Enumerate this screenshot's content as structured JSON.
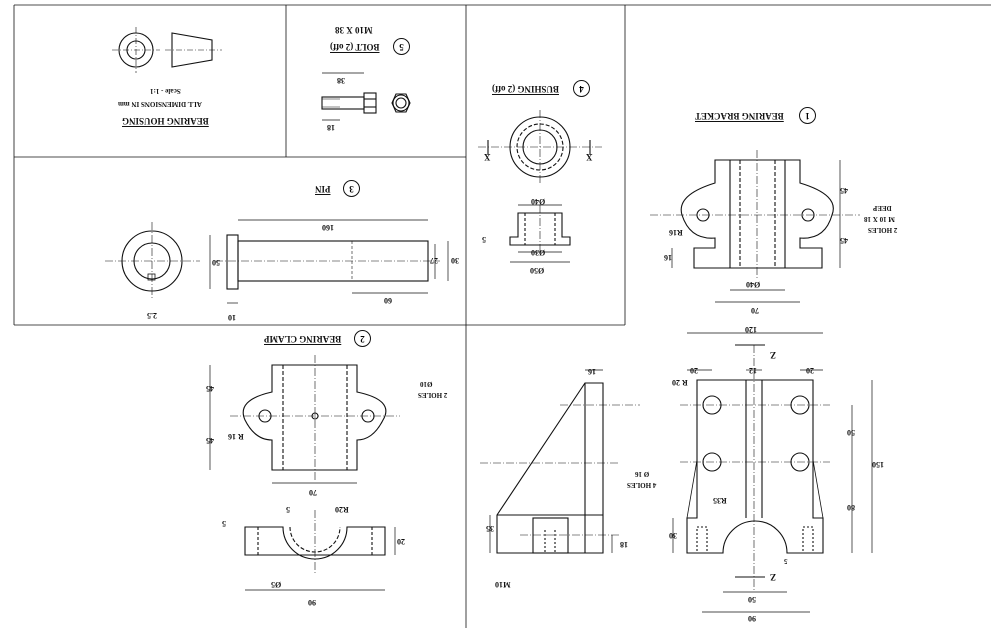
{
  "sheet": {
    "housing_title": "BEARING HOUSING",
    "dims_note": "ALL DIMENSIONS IN mm",
    "scale": "Scale - 1:1"
  },
  "parts": {
    "bracket": {
      "num": "1",
      "name": "BEARING BRACKET"
    },
    "clamp": {
      "num": "2",
      "name": "BEARING CLAMP"
    },
    "pin": {
      "num": "3",
      "name": "PIN"
    },
    "bushing": {
      "num": "4",
      "name": "BUSHING (2 off)"
    },
    "bolt": {
      "num": "5",
      "name": "BOLT (2 off)",
      "spec": "M10 X 38"
    }
  },
  "dims": {
    "bolt_38": "38",
    "bolt_18": "18",
    "bush_40": "Ø40",
    "bush_30": "Ø30",
    "bush_50": "Ø50",
    "bush_5": "5",
    "sec_x1": "X",
    "sec_x2": "X",
    "pin_160": "160",
    "pin_50": "50",
    "pin_27": "27",
    "pin_30": "30",
    "pin_60": "60",
    "pin_10": "10",
    "pin_25": "2.5",
    "br_45a": "45",
    "br_45b": "45",
    "br_16": "16",
    "br_r16": "R16",
    "br_40": "Ø40",
    "br_70": "70",
    "br_holes_1": "2 HOLES",
    "br_holes_2": "M 10 X 18",
    "br_holes_3": "DEEP",
    "cl_45a": "45",
    "cl_45b": "45",
    "cl_r16": "R 16",
    "cl_70": "70",
    "cl_holes_1": "2 HOLES",
    "cl_holes_2": "Ø10",
    "cl_5a": "5",
    "cl_5b": "5",
    "cl_r20": "R20",
    "cl_20": "20",
    "cl_50": "Ø5",
    "cl_90": "90",
    "sv_16": "16",
    "sv_35": "35",
    "sv_18": "18",
    "sv_m10": "M10",
    "fv_120": "120",
    "fv_20a": "20",
    "fv_20b": "20",
    "fv_12": "12",
    "fv_z1": "Z",
    "fv_z2": "Z",
    "fv_r20": "R 20",
    "fv_holes_1": "4 HOLES",
    "fv_holes_2": "Ø 16",
    "fv_50": "50",
    "fv_150": "150",
    "fv_80": "80",
    "fv_r35": "R35",
    "fv_30": "30",
    "fv_5": "5",
    "fv_50b": "50",
    "fv_90": "90"
  }
}
